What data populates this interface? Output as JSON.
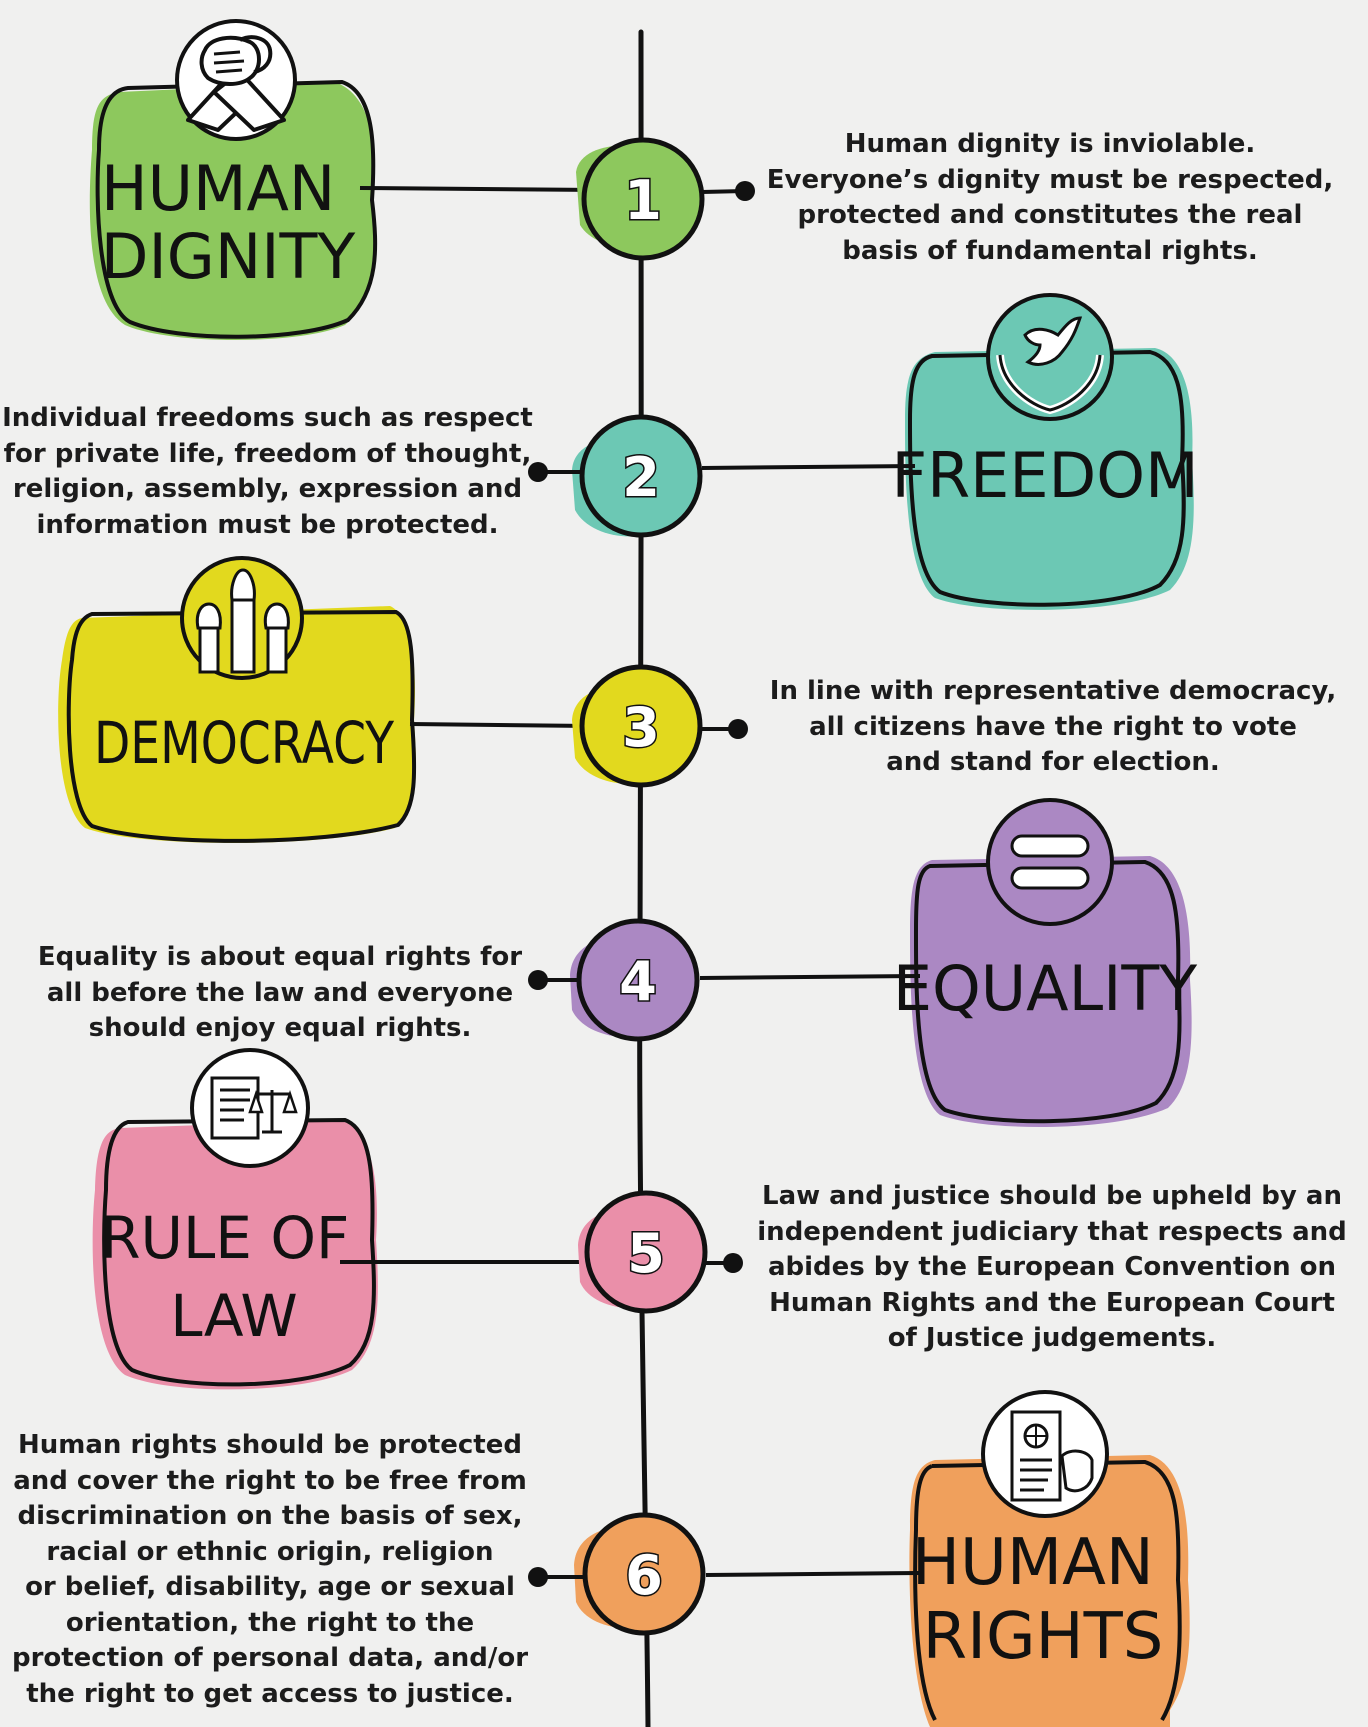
{
  "colors": {
    "line": "#111111",
    "background": "#f0f0ef",
    "green": "#8dc85d",
    "teal": "#6cc8b4",
    "yellow": "#e2d91e",
    "purple": "#ab88c3",
    "pink": "#ea8fa9",
    "orange": "#f0a05c"
  },
  "values": [
    {
      "number": "1",
      "title_lines": [
        "HUMAN",
        "DIGNITY"
      ],
      "icon": "handshake-icon",
      "color": "#8dc85d",
      "description": "Human dignity is inviolable.\nEveryone’s dignity must be respected,\nprotected and constitutes the real\nbasis of fundamental rights."
    },
    {
      "number": "2",
      "title_lines": [
        "FREEDOM"
      ],
      "icon": "dove-hands-icon",
      "color": "#6cc8b4",
      "description": "Individual freedoms such as respect\nfor private life, freedom of thought,\nreligion, assembly, expression and\ninformation must be protected."
    },
    {
      "number": "3",
      "title_lines": [
        "DEMOCRACY"
      ],
      "icon": "raised-hands-icon",
      "color": "#e2d91e",
      "description": "In line with representative democracy,\nall citizens have the right to vote\nand stand for election."
    },
    {
      "number": "4",
      "title_lines": [
        "EQUALITY"
      ],
      "icon": "equals-sign-icon",
      "color": "#ab88c3",
      "description": "Equality is about equal rights for\nall before the law and everyone\nshould enjoy equal rights."
    },
    {
      "number": "5",
      "title_lines": [
        "RULE OF",
        "LAW"
      ],
      "icon": "legal-document-scales-icon",
      "color": "#ea8fa9",
      "description": "Law and justice should be upheld by an\nindependent judiciary that respects and\nabides by the European Convention on\nHuman Rights and the European Court\nof Justice judgements."
    },
    {
      "number": "6",
      "title_lines": [
        "HUMAN",
        "RIGHTS"
      ],
      "icon": "rights-document-fist-icon",
      "color": "#f0a05c",
      "description": "Human rights should be protected\nand cover the right to be free from\ndiscrimination on the basis of sex,\nracial or ethnic origin, religion\nor belief, disability, age or sexual\norientation, the right to the\nprotection of personal data, and/or\nthe right to get access to justice."
    }
  ]
}
